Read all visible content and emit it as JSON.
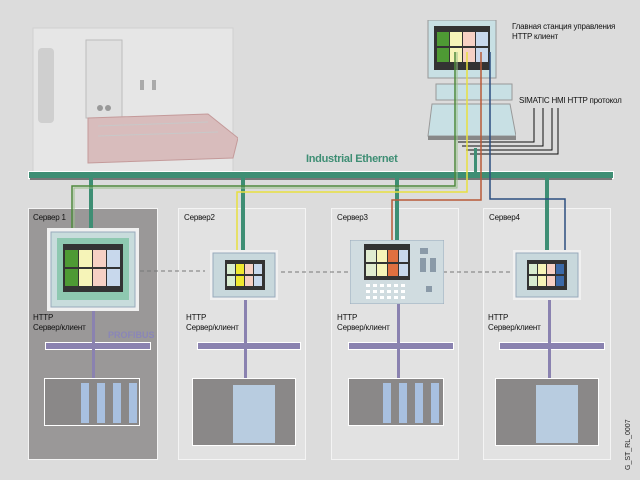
{
  "header": {
    "main_station_title": "Главная станция управления",
    "main_station_subtitle": "HTTP клиент",
    "protocol_label": "SIMATIC HMI HTTP протокол"
  },
  "network": {
    "ethernet_label": "Industrial Ethernet",
    "profibus_label": "PROFIBUS"
  },
  "servers": [
    {
      "name": "Сервер 1",
      "role_line1": "HTTP",
      "role_line2": "Сервер/клиент",
      "device": "touch-panel",
      "link_color": "#4e8a3c"
    },
    {
      "name": "Сервер2",
      "role_line1": "HTTP",
      "role_line2": "Сервер/клиент",
      "device": "touch-panel",
      "link_color": "#e8e040"
    },
    {
      "name": "Сервер3",
      "role_line1": "HTTP",
      "role_line2": "Сервер/клиент",
      "device": "key-panel",
      "link_color": "#b85a38"
    },
    {
      "name": "Сервер4",
      "role_line1": "HTTP",
      "role_line2": "Сервер/клиент",
      "device": "touch-panel",
      "link_color": "#2c4e80"
    }
  ],
  "footer": {
    "image_code": "G_ST_RL_0007"
  },
  "colors": {
    "ethernet": "#3e8e74",
    "profibus": "#8a82b0",
    "server1_bg": "#9a9898"
  }
}
